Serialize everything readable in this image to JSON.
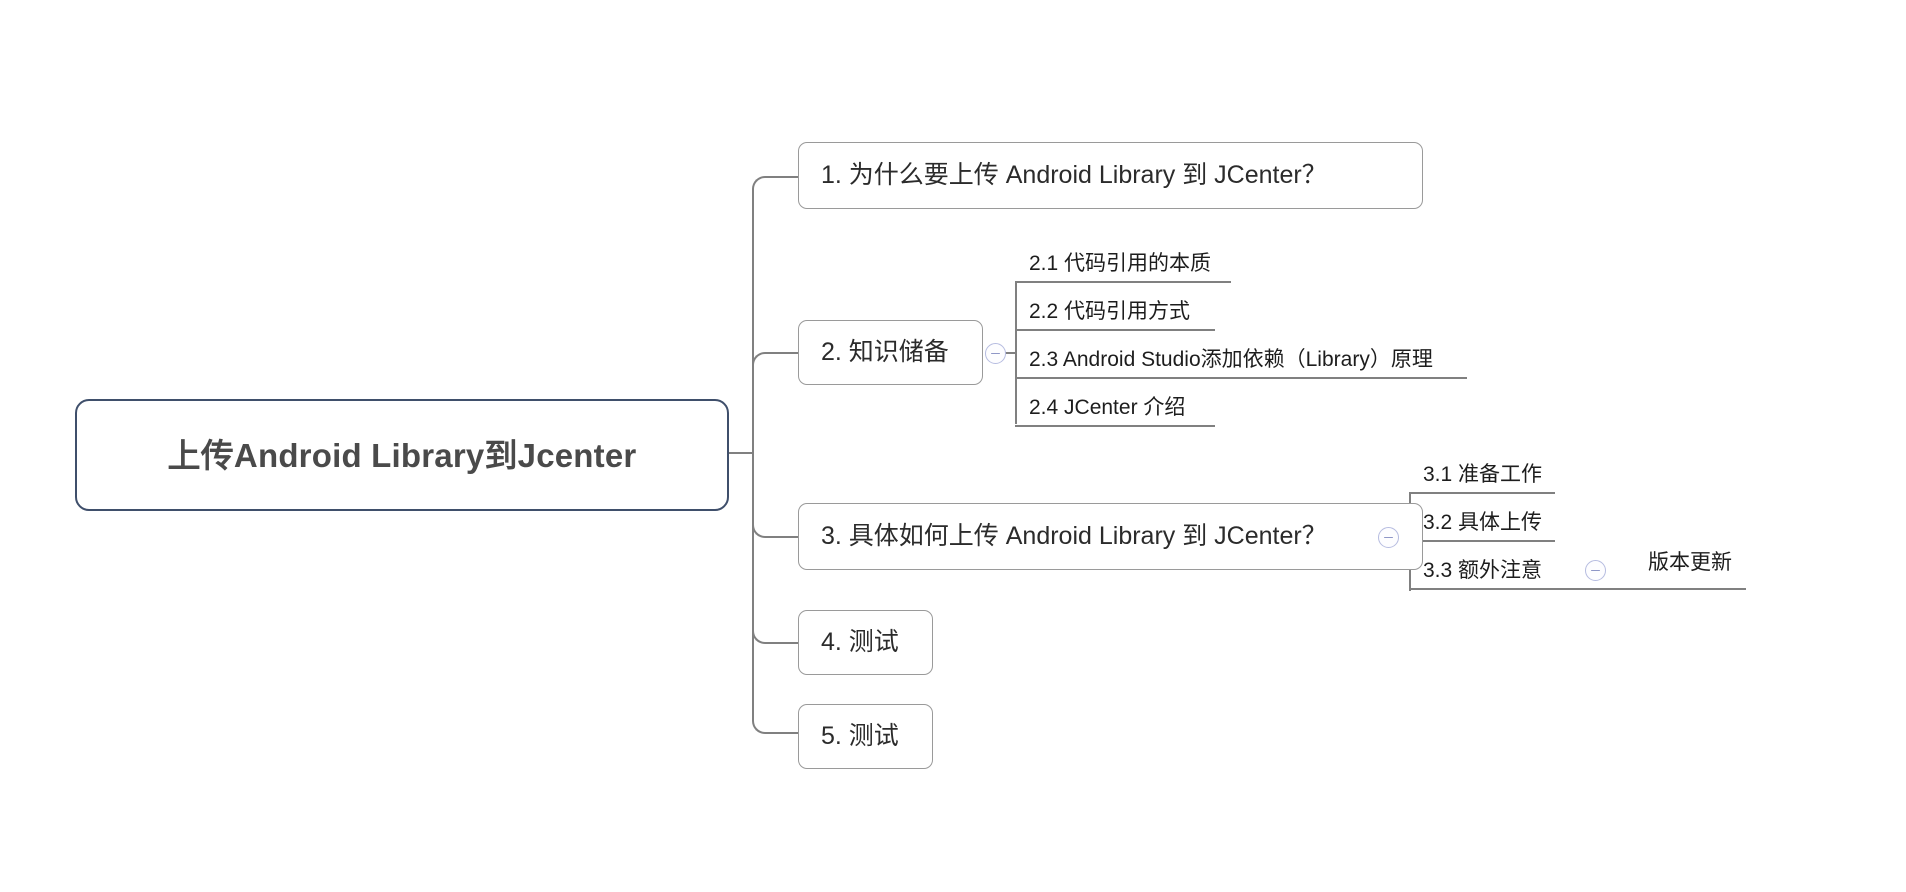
{
  "document": {
    "type": "mind-map",
    "background": "#ffffff",
    "root_border_color": "#3f4f6b",
    "node_border_color": "#9a9a9a",
    "connector_color": "#808080",
    "toggle_color": "#b6bce0",
    "text_color": "#1d1d1d"
  },
  "root": {
    "label": "上传Android Library到Jcenter"
  },
  "branches": [
    {
      "id": "b1",
      "label": "1. 为什么要上传 Android Library 到 JCenter？",
      "has_toggle": false,
      "children": []
    },
    {
      "id": "b2",
      "label": "2. 知识储备",
      "has_toggle": true,
      "toggle_state": "expanded",
      "toggle_glyph": "minus",
      "children": [
        {
          "id": "b2c1",
          "label": "2.1 代码引用的本质"
        },
        {
          "id": "b2c2",
          "label": "2.2 代码引用方式"
        },
        {
          "id": "b2c3",
          "label": "2.3 Android Studio添加依赖（Library）原理"
        },
        {
          "id": "b2c4",
          "label": "2.4 JCenter 介绍"
        }
      ]
    },
    {
      "id": "b3",
      "label": "3. 具体如何上传 Android Library 到 JCenter？",
      "has_toggle": true,
      "toggle_state": "expanded",
      "toggle_glyph": "minus",
      "children": [
        {
          "id": "b3c1",
          "label": "3.1 准备工作",
          "has_toggle": false,
          "children": []
        },
        {
          "id": "b3c2",
          "label": "3.2 具体上传",
          "has_toggle": false,
          "children": []
        },
        {
          "id": "b3c3",
          "label": "3.3 额外注意",
          "has_toggle": true,
          "toggle_state": "expanded",
          "toggle_glyph": "minus",
          "children": [
            {
              "id": "b3c3g1",
              "label": "版本更新"
            }
          ]
        }
      ]
    },
    {
      "id": "b4",
      "label": "4. 测试",
      "has_toggle": false,
      "children": []
    },
    {
      "id": "b5",
      "label": "5. 测试",
      "has_toggle": false,
      "children": []
    }
  ]
}
